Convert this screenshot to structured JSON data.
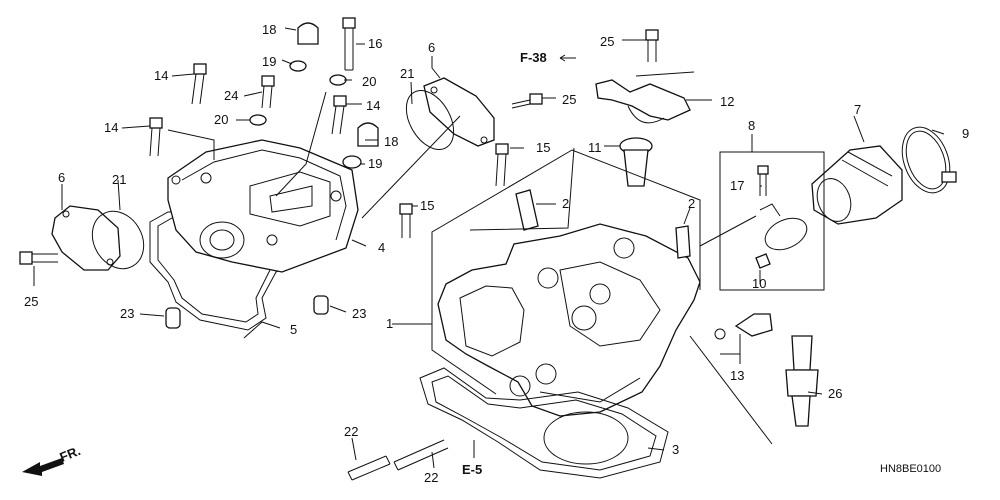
{
  "callouts": [
    {
      "id": "c18a",
      "text": "18"
    },
    {
      "id": "c16",
      "text": "16"
    },
    {
      "id": "c6a",
      "text": "6"
    },
    {
      "id": "c25a",
      "text": "25"
    },
    {
      "id": "c19a",
      "text": "19"
    },
    {
      "id": "c20a",
      "text": "20"
    },
    {
      "id": "c21a",
      "text": "21"
    },
    {
      "id": "c14a",
      "text": "14"
    },
    {
      "id": "c24",
      "text": "24"
    },
    {
      "id": "c14b",
      "text": "14"
    },
    {
      "id": "c25b",
      "text": "25"
    },
    {
      "id": "c12",
      "text": "12"
    },
    {
      "id": "c14c",
      "text": "14"
    },
    {
      "id": "c20b",
      "text": "20"
    },
    {
      "id": "c18b",
      "text": "18"
    },
    {
      "id": "c15a",
      "text": "15"
    },
    {
      "id": "c11",
      "text": "11"
    },
    {
      "id": "c7",
      "text": "7"
    },
    {
      "id": "c8",
      "text": "8"
    },
    {
      "id": "c9",
      "text": "9"
    },
    {
      "id": "c19b",
      "text": "19"
    },
    {
      "id": "c6b",
      "text": "6"
    },
    {
      "id": "c21b",
      "text": "21"
    },
    {
      "id": "c15b",
      "text": "15"
    },
    {
      "id": "c2a",
      "text": "2"
    },
    {
      "id": "c2b",
      "text": "2"
    },
    {
      "id": "c17",
      "text": "17"
    },
    {
      "id": "c4",
      "text": "4"
    },
    {
      "id": "c25c",
      "text": "25"
    },
    {
      "id": "c10",
      "text": "10"
    },
    {
      "id": "c23a",
      "text": "23"
    },
    {
      "id": "c23b",
      "text": "23"
    },
    {
      "id": "c5",
      "text": "5"
    },
    {
      "id": "c1",
      "text": "1"
    },
    {
      "id": "c13",
      "text": "13"
    },
    {
      "id": "c26",
      "text": "26"
    },
    {
      "id": "c22a",
      "text": "22"
    },
    {
      "id": "c3",
      "text": "3"
    },
    {
      "id": "c22b",
      "text": "22"
    }
  ],
  "references": {
    "f38": "F-38",
    "e5": "E-5"
  },
  "front_label": "FR.",
  "diagram_code": "HN8BE0100"
}
